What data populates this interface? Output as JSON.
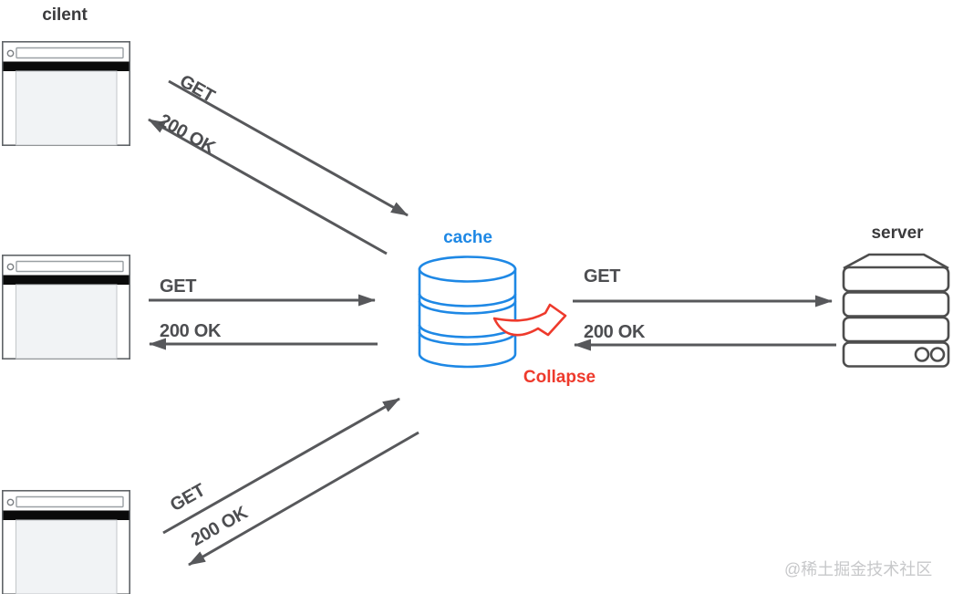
{
  "nodes": {
    "client": {
      "label": "cilent"
    },
    "cache": {
      "label": "cache"
    },
    "server": {
      "label": "server"
    }
  },
  "annotations": {
    "collapse": "Collapse",
    "watermark": "@稀土掘金技术社区"
  },
  "flows": {
    "client_top": {
      "request": "GET",
      "response": "200 OK"
    },
    "client_middle": {
      "request": "GET",
      "response": "200 OK"
    },
    "client_bottom": {
      "request": "GET",
      "response": "200 OK"
    },
    "cache_to_server": {
      "request": "GET",
      "response": "200 OK"
    }
  },
  "colors": {
    "arrow_gray": "#57585b",
    "label_gray": "#4d4e51",
    "title_dark": "#3a3a3c",
    "cache_blue": "#1e88e5",
    "collapse_red": "#ee3a2c",
    "watermark_gray": "#c7c8ca"
  }
}
